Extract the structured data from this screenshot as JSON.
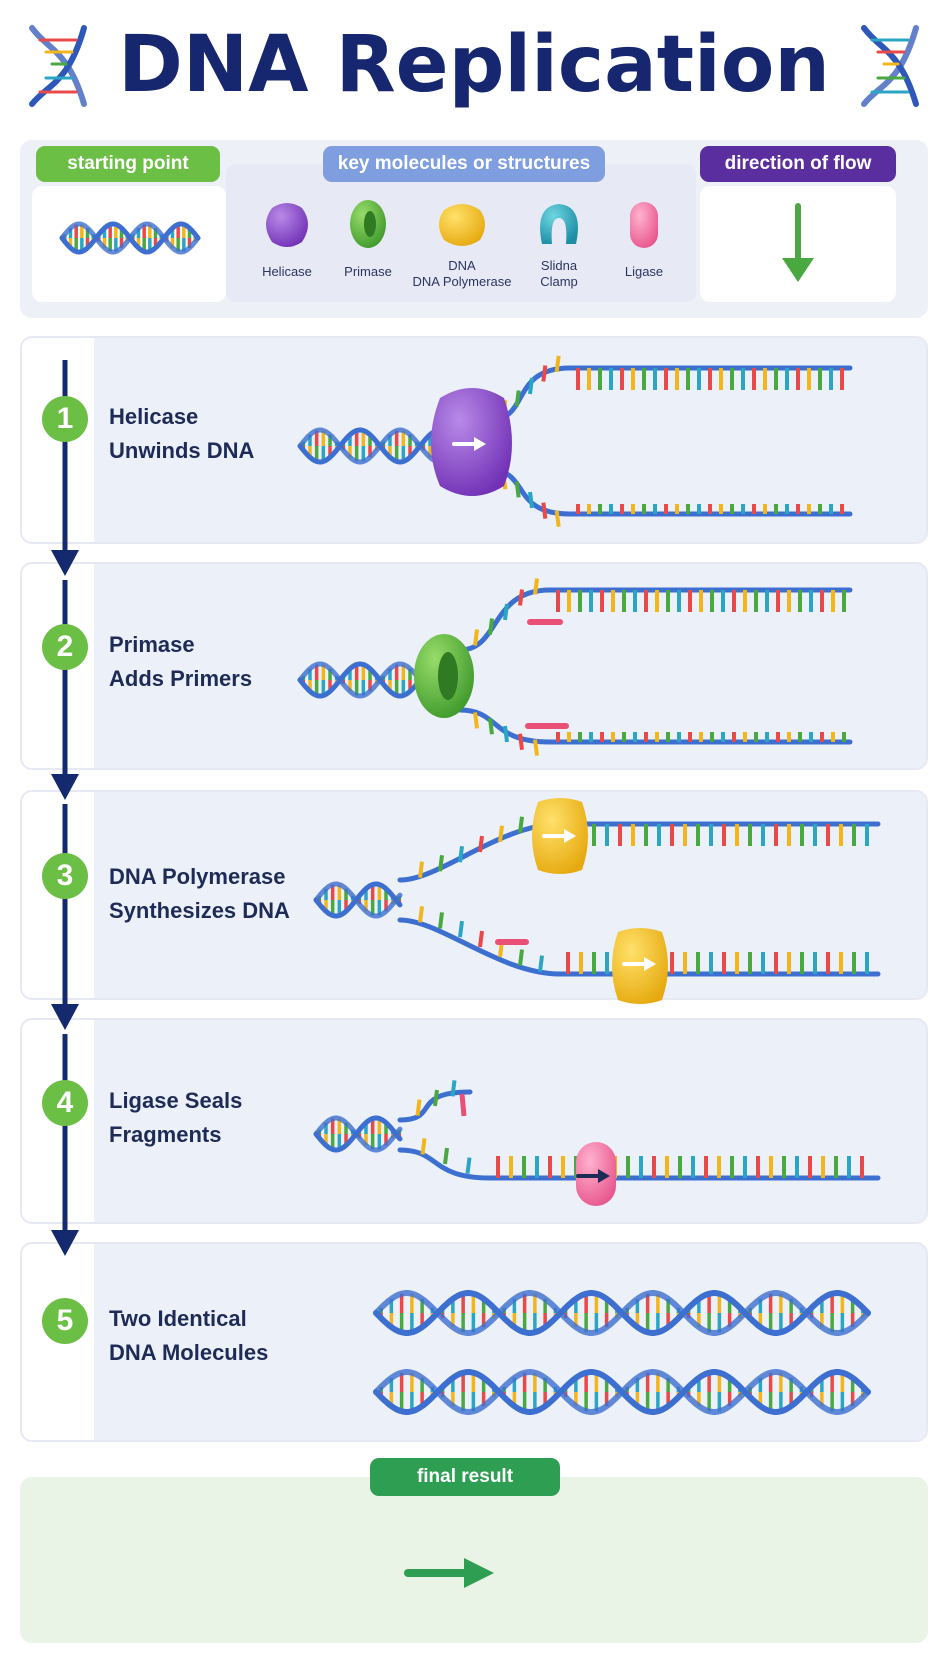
{
  "title": "DNA Replication",
  "legend": {
    "starting_point": "starting point",
    "key_molecules": "key molecules or structures",
    "direction": "direction of flow",
    "molecules": [
      {
        "label": "Helicase",
        "color": "#8b48c9"
      },
      {
        "label": "Primase",
        "color": "#58b943"
      },
      {
        "label": "DNA\nDNA Polymerase",
        "color": "#f2c318"
      },
      {
        "label": "Slidna\nClamp",
        "color": "#2fb0c0"
      },
      {
        "label": "Ligase",
        "color": "#ef7aa8"
      }
    ]
  },
  "steps": [
    {
      "number": "1",
      "title": "Helicase\nUnwinds DNA"
    },
    {
      "number": "2",
      "title": "Primase\nAdds Primers"
    },
    {
      "number": "3",
      "title": "DNA Polymerase\nSynthesizes DNA"
    },
    {
      "number": "4",
      "title": "Ligase Seals\nFragments"
    },
    {
      "number": "5",
      "title": "Two Identical\nDNA Molecules"
    }
  ],
  "final": {
    "label": "final result"
  },
  "colors": {
    "title": "#17276f",
    "backbone": "#3c6fd0",
    "arrow_navy": "#14296e",
    "green": "#4aa840",
    "blue_pill": "#7f9ee0",
    "purple_pill": "#5b2ea0"
  }
}
